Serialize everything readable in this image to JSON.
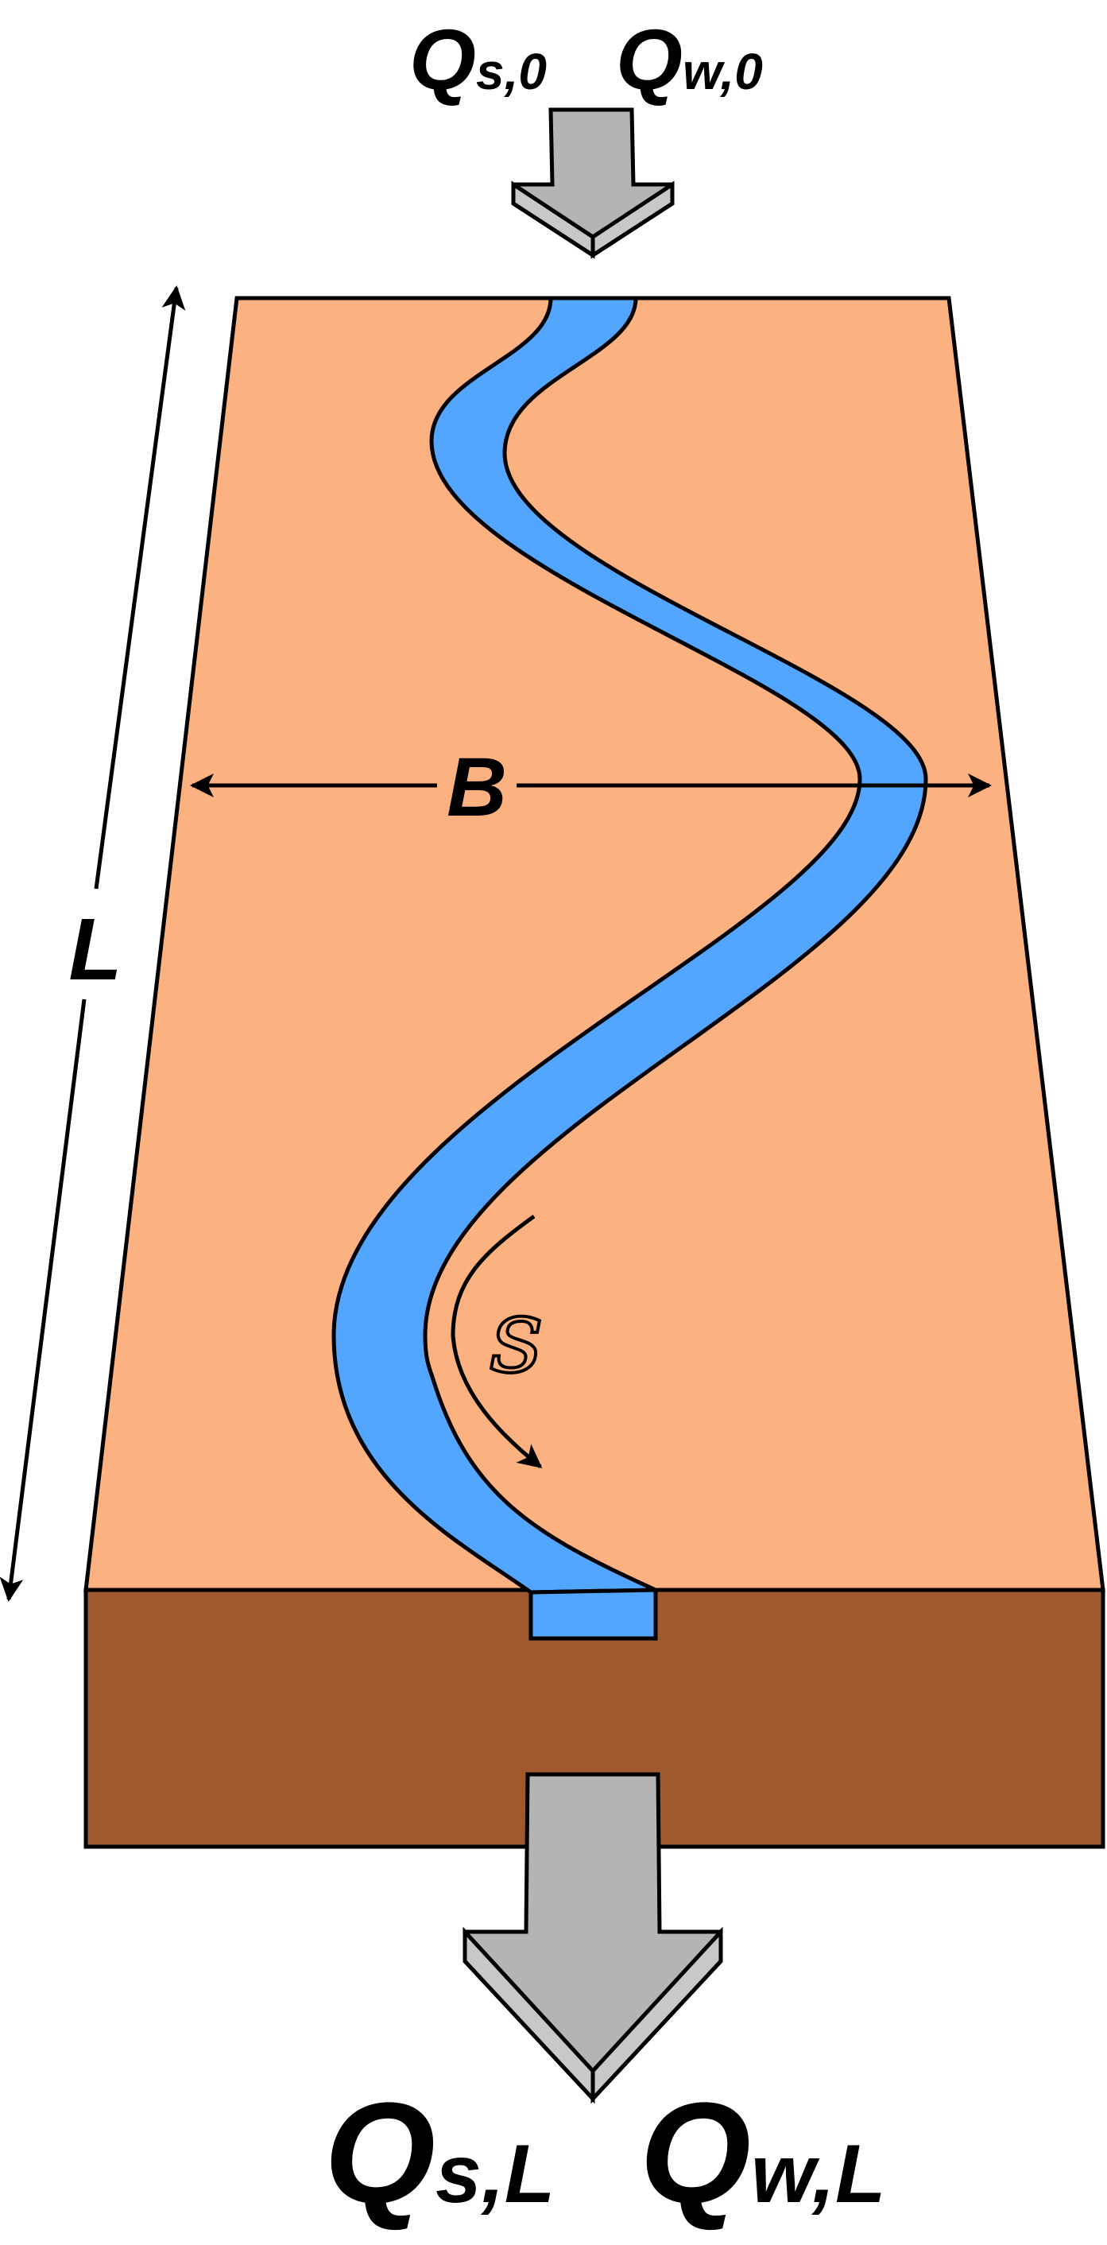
{
  "labels": {
    "top_inflow_sediment": {
      "main": "Q",
      "sub": "s,0"
    },
    "top_inflow_water": {
      "main": "Q",
      "sub": "w,0"
    },
    "bottom_outflow_sediment": {
      "main": "Q",
      "sub": "s,L"
    },
    "bottom_outflow_water": {
      "main": "Q",
      "sub": "w,L"
    },
    "valley_length": "L",
    "valley_width": "B",
    "channel_coordinate": "s"
  },
  "colors": {
    "floodplain_top": "#FBB180",
    "floodplain_side": "#A0592E",
    "channel": "#52A6FF",
    "flux_arrow": "#B4B4B4",
    "flux_arrow_bevel": "#C8C8C8",
    "outline": "#000000"
  },
  "icons": {
    "inflow": "down-arrow-icon",
    "outflow": "down-arrow-icon"
  }
}
